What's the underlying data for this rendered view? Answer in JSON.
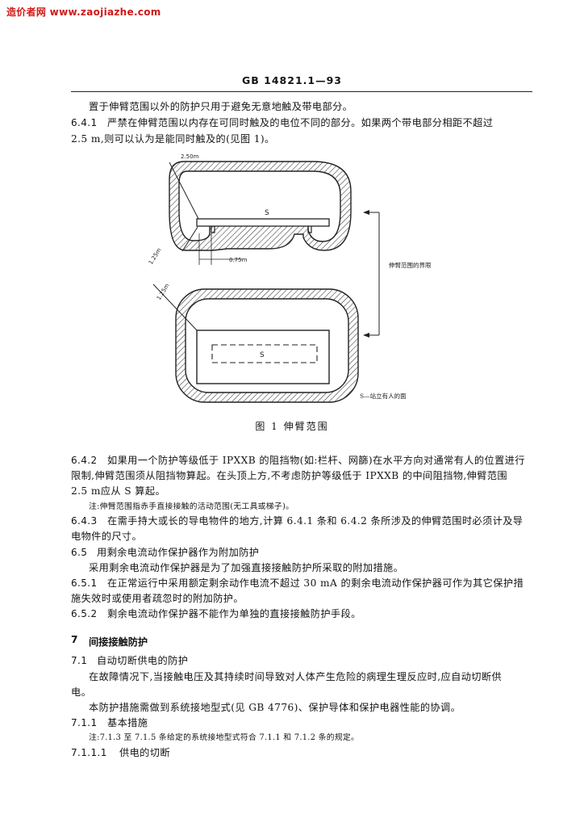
{
  "header": {
    "watermark": "造价者网 www.zaojiazhe.com",
    "standard_number": "GB 14821.1—93"
  },
  "figure": {
    "label_250": "2.50m",
    "label_s_top": "S",
    "label_125_a": "1.25m",
    "label_075": "0.75m",
    "label_arm_reach": "伸臂范围的界限",
    "label_125_b": "1.25m",
    "label_s_bottom": "S",
    "label_s_legend": "S—站立有人的面",
    "caption": "图 1   伸臂范围"
  },
  "body": {
    "p1": "置于伸臂范围以外的防护只用于避免无意地触及带电部分。",
    "s641_num": "6.4.1",
    "s641_l1": "严禁在伸臂范围以内存在可同时触及的电位不同的部分。如果两个带电部分相距不超过",
    "s641_l2": "2.5 m,则可以认为是能同时触及的(见图 1)。",
    "s642_num": "6.4.2",
    "s642_l1": "如果用一个防护等级低于 IPXXB 的阻挡物(如:栏杆、网篩)在水平方向对通常有人的位置进行",
    "s642_l2": "限制,伸臂范围须从阻挡物算起。在头顶上方,不考虑防护等级低于 IPXXB 的中间阻挡物,伸臂范围",
    "s642_l3": "2.5 m应从 S 算起。",
    "note1": "注:伸臂范围指赤手直接接触的活动范围(无工具或梯子)。",
    "s643_num": "6.4.3",
    "s643_l1": "在需手持大或长的导电物件的地方,计算 6.4.1 条和 6.4.2 条所涉及的伸臂范围时必须计及导",
    "s643_l2": "电物件的尺寸。",
    "s65_num": "6.5",
    "s65_title": "用剩余电流动作保护器作为附加防护",
    "s65_p": "采用剩余电流动作保护器是为了加强直接接触防护所采取的附加措施。",
    "s651_num": "6.5.1",
    "s651_l1": "在正常运行中采用额定剩余动作电流不超过 30 mA 的剩余电流动作保护器可作为其它保护措",
    "s651_l2": "施失效时或使用者疏忽时的附加防护。",
    "s652_num": "6.5.2",
    "s652_l1": "剩余电流动作保护器不能作为单独的直接接触防护手段。",
    "s7_num": "7",
    "s7_title": "间接接触防护",
    "s71_num": "7.1",
    "s71_title": "自动切断供电的防护",
    "s71_p1_l1": "在故障情况下,当接触电压及其持续时间导致对人体产生危险的病理生理反应时,应自动切断供",
    "s71_p1_l2": "电。",
    "s71_p2": "本防护措施需做到系统接地型式(见 GB 4776)、保护导体和保护电器性能的协调。",
    "s711_num": "7.1.1",
    "s711_title": "基本措施",
    "note2": "注:7.1.3 至 7.1.5 条给定的系统接地型式符合 7.1.1 和 7.1.2 条的规定。",
    "s7111_num": "7.1.1.1",
    "s7111_title": "供电的切断"
  }
}
